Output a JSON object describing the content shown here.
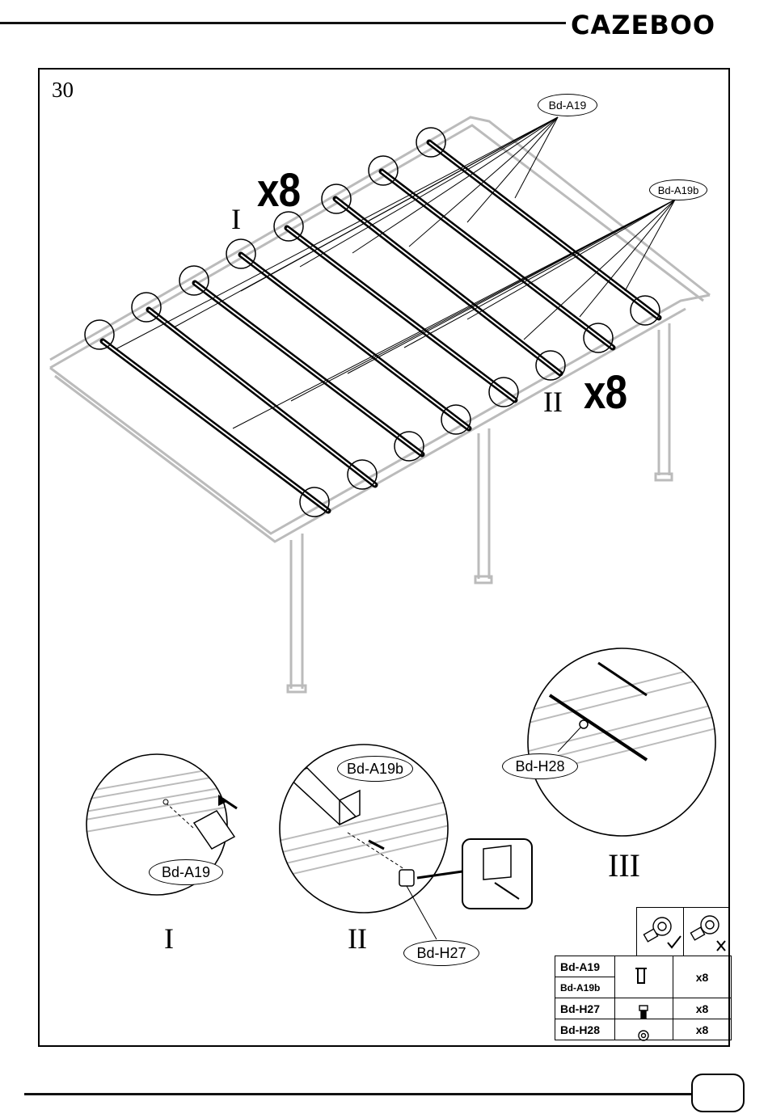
{
  "brand": "CAZEBOO",
  "step_number": "30",
  "overview": {
    "label_part_a": "Bd-A19",
    "label_part_b": "Bd-A19b",
    "mult_i": "x8",
    "mult_ii": "x8",
    "roman_i": "I",
    "roman_ii": "II"
  },
  "details": [
    {
      "roman": "I",
      "label": "Bd-A19"
    },
    {
      "roman": "II",
      "label_top": "Bd-A19b",
      "label_bottom": "Bd-H27"
    },
    {
      "roman": "III",
      "label": "Bd-H28"
    }
  ],
  "parts_table": {
    "rows": [
      {
        "part": "Bd-A19",
        "qty": "x8"
      },
      {
        "part": "Bd-A19b",
        "qty": ""
      },
      {
        "part": "Bd-H27",
        "qty": "x8"
      },
      {
        "part": "Bd-H28",
        "qty": "x8"
      }
    ]
  },
  "icons": [
    "bolt-nut-correct-icon",
    "bolt-nut-incorrect-icon",
    "bracket-icon",
    "bolt-icon",
    "nut-icon"
  ],
  "colors": {
    "line": "#000000",
    "structure": "#b9b9b9",
    "background": "#ffffff"
  }
}
